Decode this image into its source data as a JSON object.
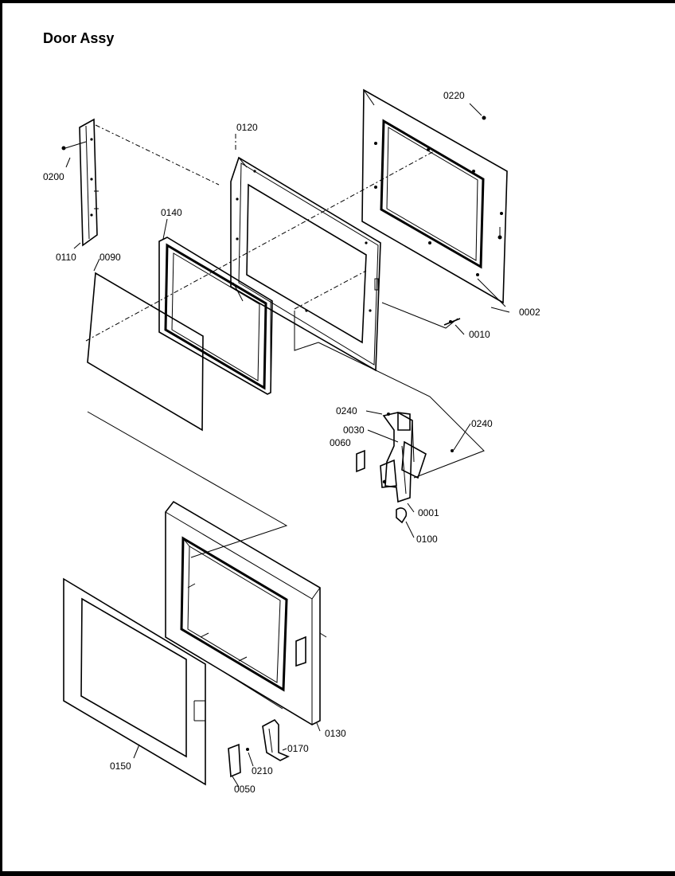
{
  "title": "Door Assy",
  "part_labels": {
    "p0220": "0220",
    "p0120": "0120",
    "p0200": "0200",
    "p0140": "0140",
    "p0110": "0110",
    "p0090": "0090",
    "p0002": "0002",
    "p0010": "0010",
    "p0240a": "0240",
    "p0240b": "0240",
    "p0030": "0030",
    "p0060": "0060",
    "p0001": "0001",
    "p0100": "0100",
    "p0130": "0130",
    "p0170": "0170",
    "p0150": "0150",
    "p0210": "0210",
    "p0050": "0050"
  }
}
